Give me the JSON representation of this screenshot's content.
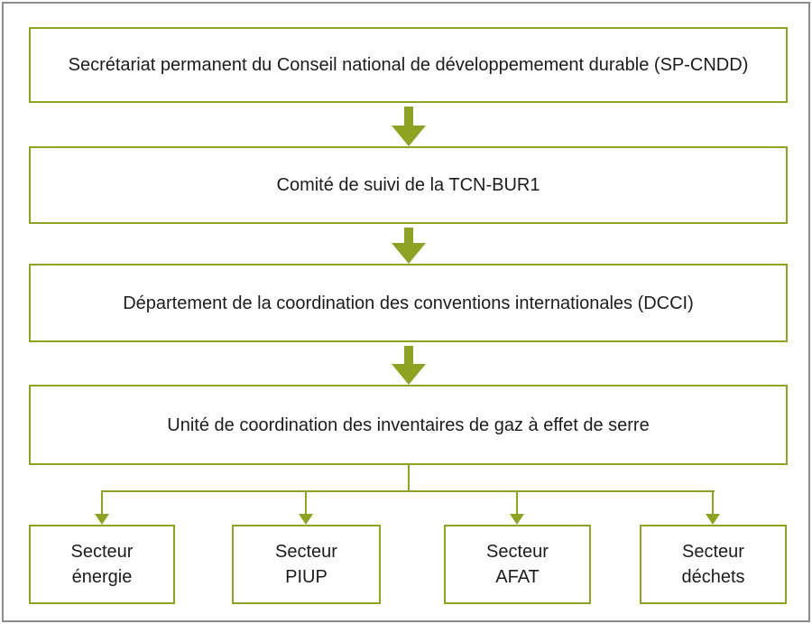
{
  "colors": {
    "accent_green": "#8ea224",
    "frame_gray": "#8c8c8c",
    "text": "#1c1c1c",
    "box_background": "#ffffff"
  },
  "nodes": {
    "level1": {
      "label": "Secrétariat permanent du Conseil national de développemement durable (SP-CNDD)"
    },
    "level2": {
      "label": "Comité de suivi de la TCN-BUR1"
    },
    "level3": {
      "label": "Département de la coordination des conventions internationales (DCCI)"
    },
    "level4": {
      "label": "Unité de coordination des inventaires de gaz à effet de serre"
    },
    "sectors": [
      {
        "line1": "Secteur",
        "line2": "énergie"
      },
      {
        "line1": "Secteur",
        "line2": "PIUP"
      },
      {
        "line1": "Secteur",
        "line2": "AFAT"
      },
      {
        "line1": "Secteur",
        "line2": "déchets"
      }
    ]
  }
}
